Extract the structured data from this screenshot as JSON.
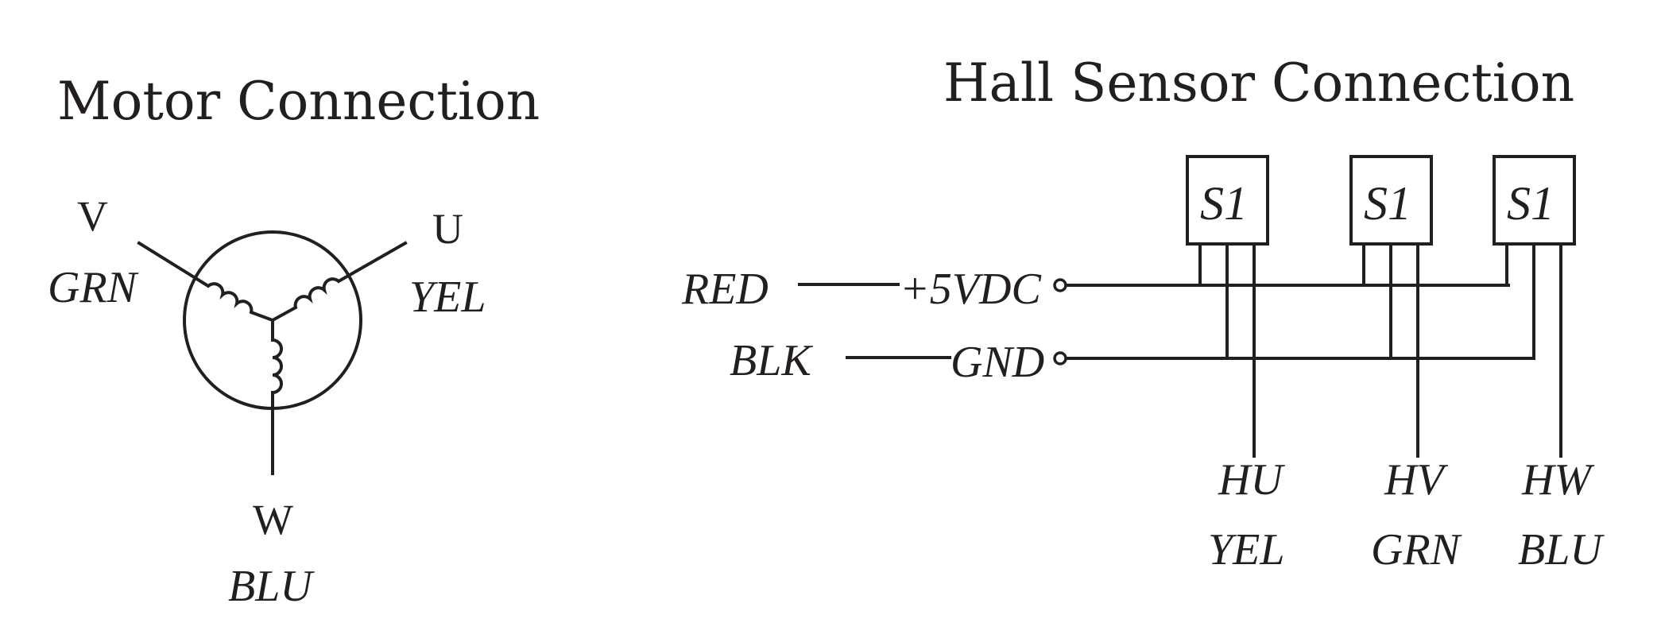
{
  "motor": {
    "title": "Motor Connection",
    "v": {
      "label": "V",
      "color": "GRN"
    },
    "u": {
      "label": "U",
      "color": "YEL"
    },
    "w": {
      "label": "W",
      "color": "BLU"
    }
  },
  "hall": {
    "title": "Hall Sensor Connection",
    "sensors": [
      {
        "chip": "S1",
        "signal": "HU",
        "color": "YEL"
      },
      {
        "chip": "S1",
        "signal": "HV",
        "color": "GRN"
      },
      {
        "chip": "S1",
        "signal": "HW",
        "color": "BLU"
      }
    ],
    "power": {
      "wire": "RED",
      "label": "+5VDC"
    },
    "ground": {
      "wire": "BLK",
      "label": "GND"
    }
  },
  "colors": {
    "ink": "#231f20",
    "background": "#ffffff"
  }
}
